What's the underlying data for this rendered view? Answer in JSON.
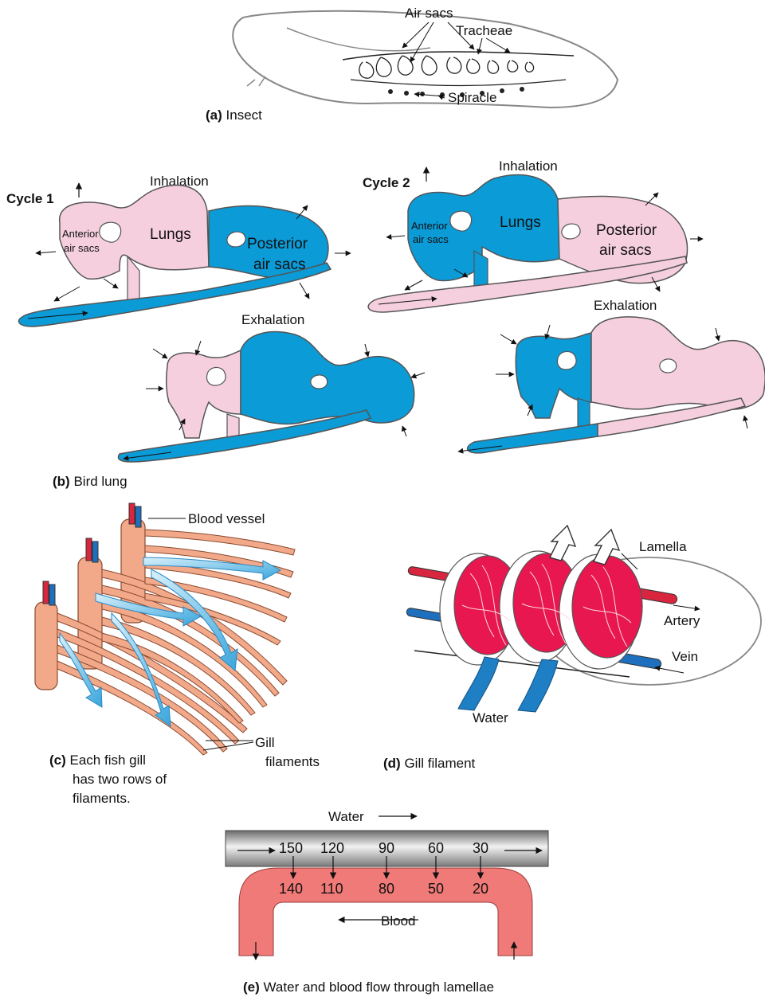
{
  "colors": {
    "pink": "#f6cfdf",
    "blue": "#0b9bd7",
    "salmon": "#f2a98a",
    "red": "#e8174f",
    "bloodTube": "#f07a78",
    "outline": "#555555"
  },
  "panel_a": {
    "letter": "(a)",
    "caption": "Insect",
    "air_sacs": "Air sacs",
    "tracheae": "Tracheae",
    "spiracle": "Spiracle"
  },
  "panel_b": {
    "letter": "(b)",
    "caption": "Bird lung",
    "cycle1": "Cycle 1",
    "cycle2": "Cycle 2",
    "inhalation": "Inhalation",
    "exhalation": "Exhalation",
    "lungs": "Lungs",
    "anterior1": "Anterior",
    "anterior2": "air sacs",
    "posterior1": "Posterior",
    "posterior2": "air sacs"
  },
  "panel_c": {
    "letter": "(c)",
    "caption1": "Each fish gill",
    "caption2": "has two rows of",
    "caption3": "filaments.",
    "blood_vessel": "Blood vessel",
    "gill1": "Gill",
    "gill2": "filaments"
  },
  "panel_d": {
    "letter": "(d)",
    "caption": "Gill filament",
    "lamella": "Lamella",
    "artery": "Artery",
    "vein": "Vein",
    "water": "Water"
  },
  "panel_e": {
    "letter": "(e)",
    "caption": "Water and blood flow through lamellae",
    "water": "Water",
    "blood": "Blood",
    "water_values": [
      "150",
      "120",
      "90",
      "60",
      "30"
    ],
    "blood_values": [
      "140",
      "110",
      "80",
      "50",
      "20"
    ]
  }
}
